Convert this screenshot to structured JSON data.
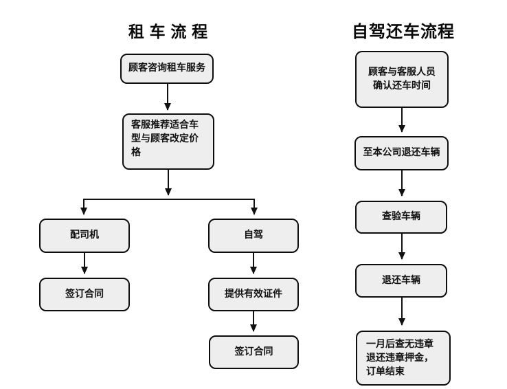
{
  "page": {
    "background": "#ffffff"
  },
  "colors": {
    "node_fill": "#eeeeee",
    "node_border": "#0d0d0d",
    "arrow": "#111111",
    "text": "#111111"
  },
  "left_flow": {
    "title": "租 车 流 程",
    "nodes": {
      "inquiry": "顾客咨询租车服务",
      "recommend": "客服推荐适合车\n型与顾客改定价\n格",
      "with_driver": "配司机",
      "self_drive": "自驾",
      "sign_contract_driver": "签订合同",
      "provide_id": "提供有效证件",
      "sign_contract_self": "签订合同"
    },
    "edges": [
      {
        "from": "inquiry",
        "to": "recommend"
      },
      {
        "from": "recommend",
        "to": "with_driver"
      },
      {
        "from": "recommend",
        "to": "self_drive"
      },
      {
        "from": "with_driver",
        "to": "sign_contract_driver"
      },
      {
        "from": "self_drive",
        "to": "provide_id"
      },
      {
        "from": "provide_id",
        "to": "sign_contract_self"
      }
    ]
  },
  "right_flow": {
    "title": "自驾还车流程",
    "nodes": {
      "confirm_time": "顾客与客服人员\n确认还车时间",
      "return_to_company": "至本公司退还车辆",
      "inspect_vehicle": "查验车辆",
      "return_vehicle": "退还车辆",
      "order_end": "一月后查无违章\n退还违章押金，\n订单结束"
    },
    "edges": [
      {
        "from": "confirm_time",
        "to": "return_to_company"
      },
      {
        "from": "return_to_company",
        "to": "inspect_vehicle"
      },
      {
        "from": "inspect_vehicle",
        "to": "return_vehicle"
      },
      {
        "from": "return_vehicle",
        "to": "order_end"
      }
    ]
  }
}
